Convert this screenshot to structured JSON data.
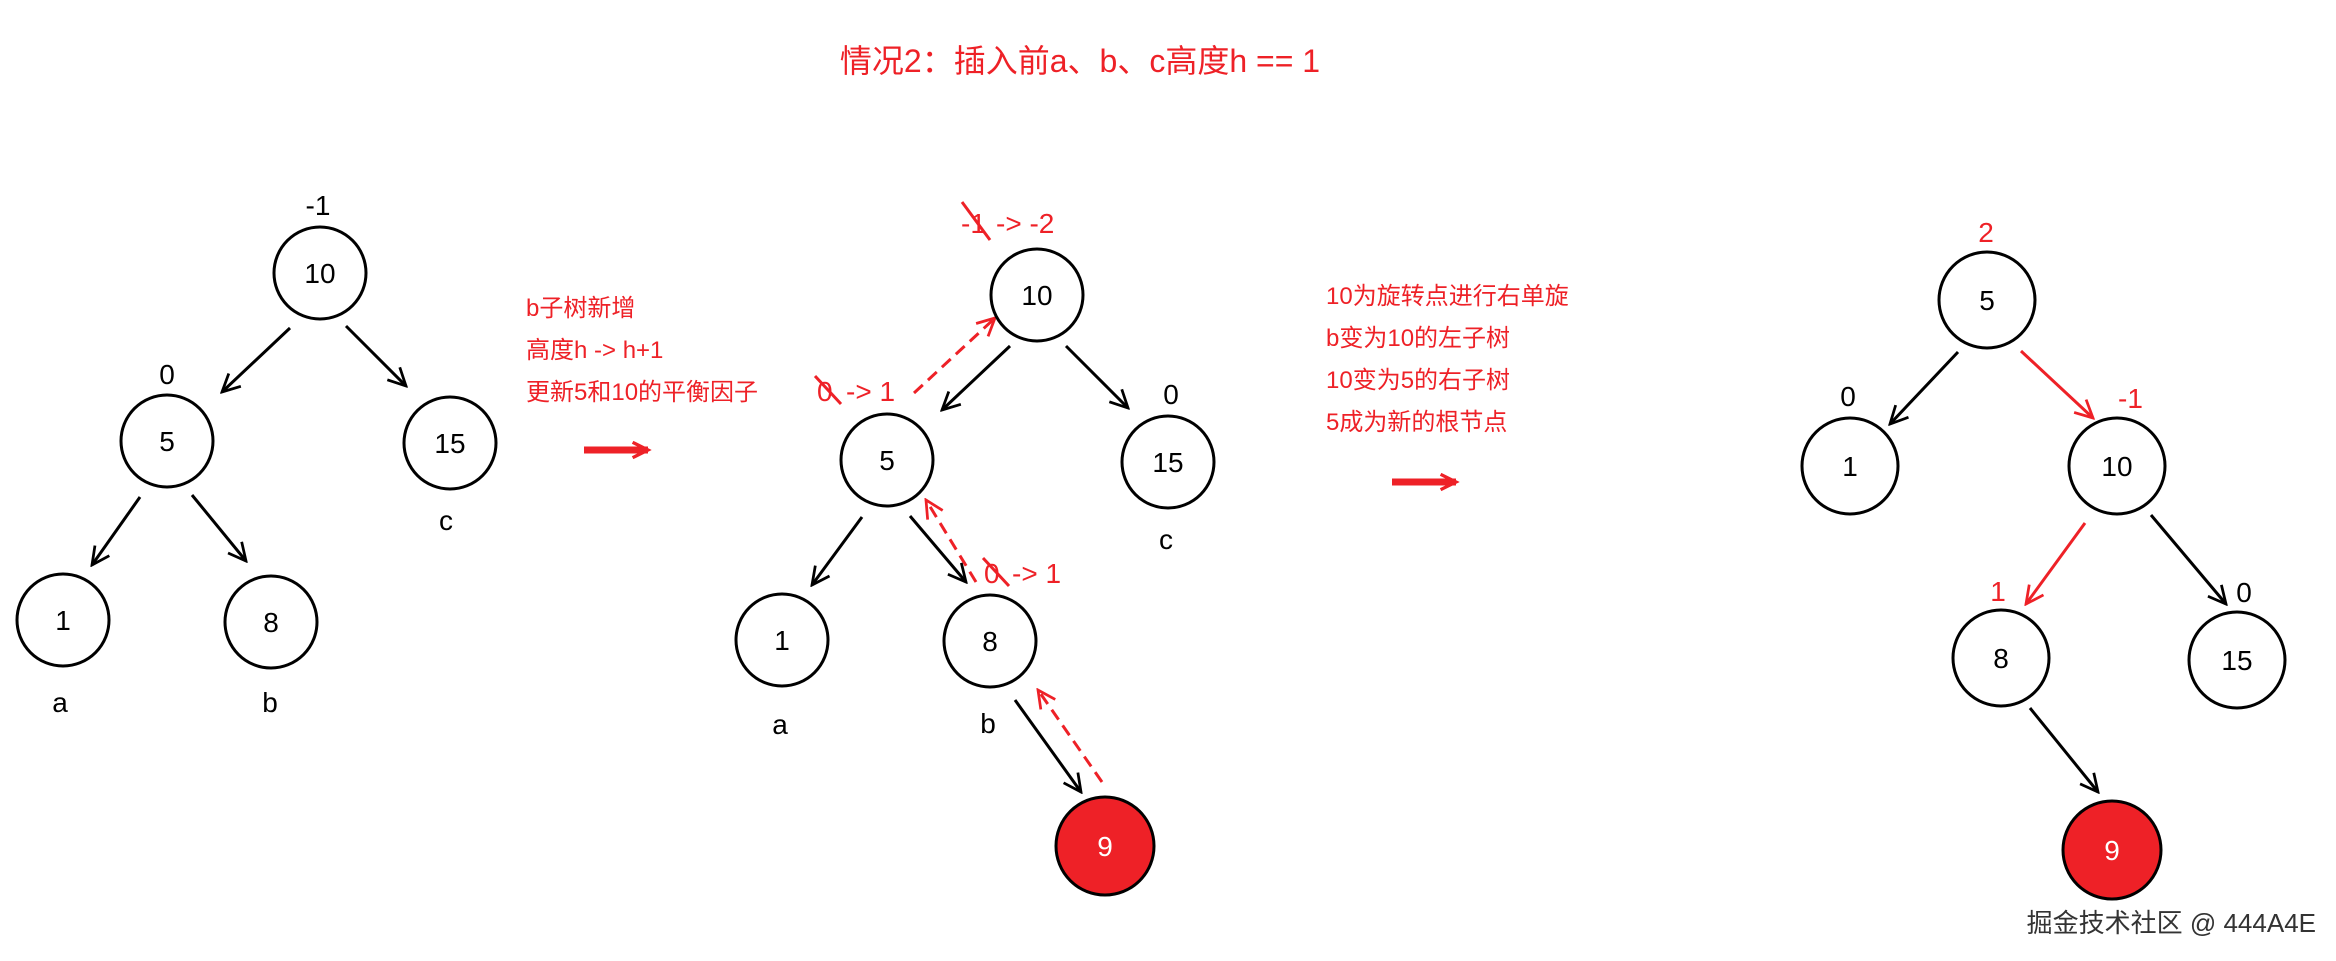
{
  "title": "情况2：插入前a、b、c高度h == 1",
  "colors": {
    "accent": "#ee2127",
    "ink": "#000000",
    "new_node_fill": "#ee2127",
    "background": "#ffffff"
  },
  "tree_before": {
    "nodes": {
      "n10": {
        "value": "10",
        "balance_factor": "-1"
      },
      "n5": {
        "value": "5",
        "balance_factor": "0"
      },
      "n15": {
        "value": "15",
        "subtree_label": "c"
      },
      "n1": {
        "value": "1",
        "subtree_label": "a"
      },
      "n8": {
        "value": "8",
        "subtree_label": "b"
      }
    }
  },
  "step_note_1": {
    "lines": [
      "b子树新增",
      "高度h -> h+1",
      "更新5和10的平衡因子"
    ]
  },
  "tree_insert": {
    "nodes": {
      "n10": {
        "value": "10",
        "bf_old": "-1",
        "bf_new": "-> -2"
      },
      "n5": {
        "value": "5",
        "bf_old": "0",
        "bf_new": "-> 1"
      },
      "n15": {
        "value": "15",
        "balance_factor": "0",
        "subtree_label": "c"
      },
      "n1": {
        "value": "1",
        "subtree_label": "a"
      },
      "n8": {
        "value": "8",
        "bf_old": "0",
        "bf_new": "-> 1",
        "subtree_label": "b"
      },
      "n9": {
        "value": "9"
      }
    }
  },
  "step_note_2": {
    "lines": [
      "10为旋转点进行右单旋",
      "b变为10的左子树",
      "10变为5的右子树",
      "5成为新的根节点"
    ]
  },
  "tree_after": {
    "nodes": {
      "n5": {
        "value": "5",
        "balance_factor": "2"
      },
      "n1": {
        "value": "1",
        "balance_factor": "0"
      },
      "n10": {
        "value": "10",
        "balance_factor": "-1"
      },
      "n8": {
        "value": "8",
        "balance_factor": "1"
      },
      "n15": {
        "value": "15",
        "balance_factor": "0"
      },
      "n9": {
        "value": "9"
      }
    }
  },
  "watermark": "掘金技术社区 @ 444A4E"
}
